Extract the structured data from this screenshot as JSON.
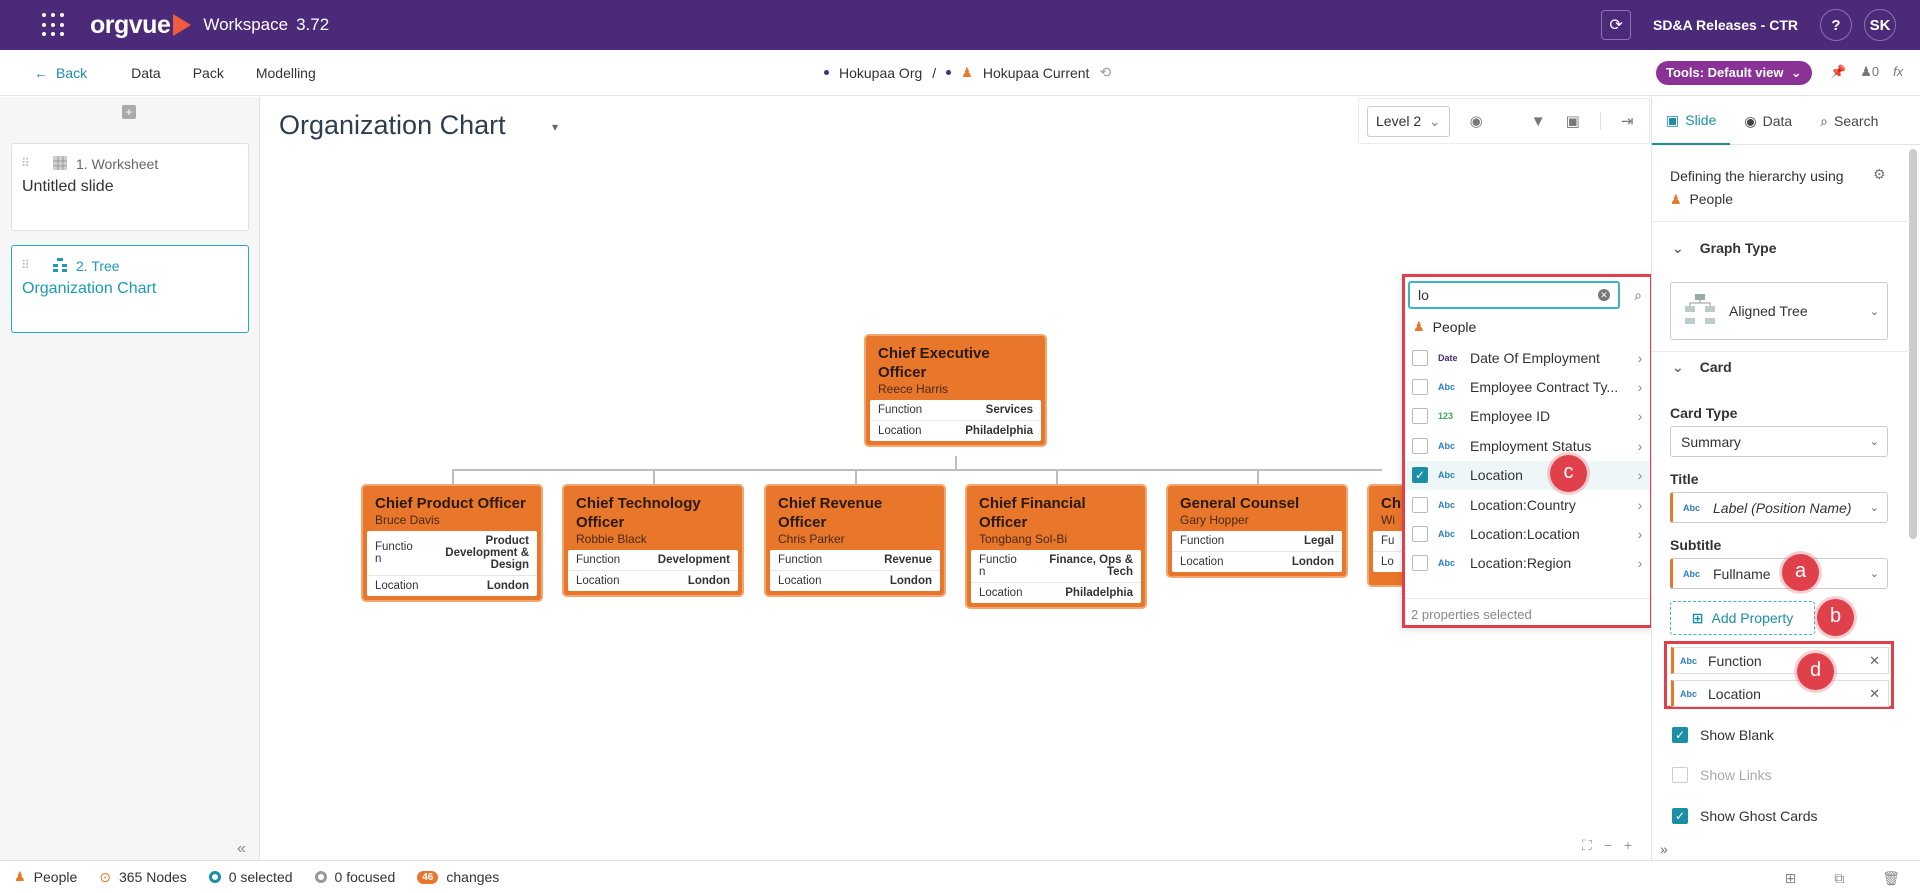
{
  "topbar": {
    "app_name": "orgvue",
    "workspace_label": "Workspace",
    "version": "3.72",
    "release": "SD&A Releases - CTR",
    "help": "?",
    "user_initials": "SK"
  },
  "subbar": {
    "back": "Back",
    "nav": [
      "Data",
      "Pack",
      "Modelling"
    ],
    "crumb_org": "Hokupaa Org",
    "crumb_sep": "/",
    "crumb_current": "Hokupaa Current",
    "tools": "Tools: Default view",
    "count": "0"
  },
  "slides": [
    {
      "kind": "1. Worksheet",
      "name": "Untitled slide"
    },
    {
      "kind": "2. Tree",
      "name": "Organization Chart"
    }
  ],
  "main": {
    "title": "Organization Chart",
    "level": "Level 2"
  },
  "ceo": {
    "title": "Chief Executive Officer",
    "name": "Reece Harris",
    "rows": [
      {
        "k": "Function",
        "v": "Services"
      },
      {
        "k": "Location",
        "v": "Philadelphia"
      }
    ]
  },
  "cards": [
    {
      "title": "Chief Product Officer",
      "name": "Bruce Davis",
      "rows": [
        {
          "k": "Functio n",
          "v": "Product Development & Design"
        },
        {
          "k": "Location",
          "v": "London"
        }
      ]
    },
    {
      "title": "Chief Technology Officer",
      "name": "Robbie Black",
      "rows": [
        {
          "k": "Function",
          "v": "Development"
        },
        {
          "k": "Location",
          "v": "London"
        }
      ]
    },
    {
      "title": "Chief Revenue Officer",
      "name": "Chris Parker",
      "rows": [
        {
          "k": "Function",
          "v": "Revenue"
        },
        {
          "k": "Location",
          "v": "London"
        }
      ]
    },
    {
      "title": "Chief Financial Officer",
      "name": "Tongbang Sol-Bi",
      "rows": [
        {
          "k": "Functio n",
          "v": "Finance, Ops & Tech"
        },
        {
          "k": "Location",
          "v": "Philadelphia"
        }
      ]
    },
    {
      "title": "General Counsel",
      "name": "Gary Hopper",
      "rows": [
        {
          "k": "Function",
          "v": "Legal"
        },
        {
          "k": "Location",
          "v": "London"
        }
      ]
    },
    {
      "title": "Ch",
      "name": "Wi",
      "rows": [
        {
          "k": "Fu",
          "v": ""
        },
        {
          "k": "Lo",
          "v": ""
        }
      ]
    }
  ],
  "dropdown": {
    "search_value": "lo",
    "entity": "People",
    "items": [
      {
        "type": "Date",
        "label": "Date Of Employment",
        "checked": false
      },
      {
        "type": "Abc",
        "label": "Employee Contract Ty...",
        "checked": false
      },
      {
        "type": "123",
        "label": "Employee ID",
        "checked": false
      },
      {
        "type": "Abc",
        "label": "Employment Status",
        "checked": false
      },
      {
        "type": "Abc",
        "label": "Location",
        "checked": true
      },
      {
        "type": "Abc",
        "label": "Location:Country",
        "checked": false
      },
      {
        "type": "Abc",
        "label": "Location:Location",
        "checked": false
      },
      {
        "type": "Abc",
        "label": "Location:Region",
        "checked": false
      }
    ],
    "footer": "2 properties selected"
  },
  "markers": {
    "a": "a",
    "b": "b",
    "c": "c",
    "d": "d"
  },
  "rightpanel": {
    "tabs": [
      "Slide",
      "Data",
      "Search"
    ],
    "hierarchy_label": "Defining the hierarchy using",
    "hierarchy_entity": "People",
    "graph_type_heading": "Graph Type",
    "graph_type": "Aligned Tree",
    "card_heading": "Card",
    "card_type_label": "Card Type",
    "card_type": "Summary",
    "title_label": "Title",
    "title_type": "Abc",
    "title_value": "Label (Position Name)",
    "subtitle_label": "Subtitle",
    "subtitle_type": "Abc",
    "subtitle_value": "Fullname",
    "add_property": "Add Property",
    "properties": [
      {
        "type": "Abc",
        "label": "Function"
      },
      {
        "type": "Abc",
        "label": "Location"
      }
    ],
    "show_blank": "Show Blank",
    "show_links": "Show Links",
    "show_ghost": "Show Ghost Cards"
  },
  "status": {
    "entity": "People",
    "nodes": "365 Nodes",
    "selected": "0 selected",
    "focused": "0 focused",
    "changes_count": "46",
    "changes": "changes"
  }
}
